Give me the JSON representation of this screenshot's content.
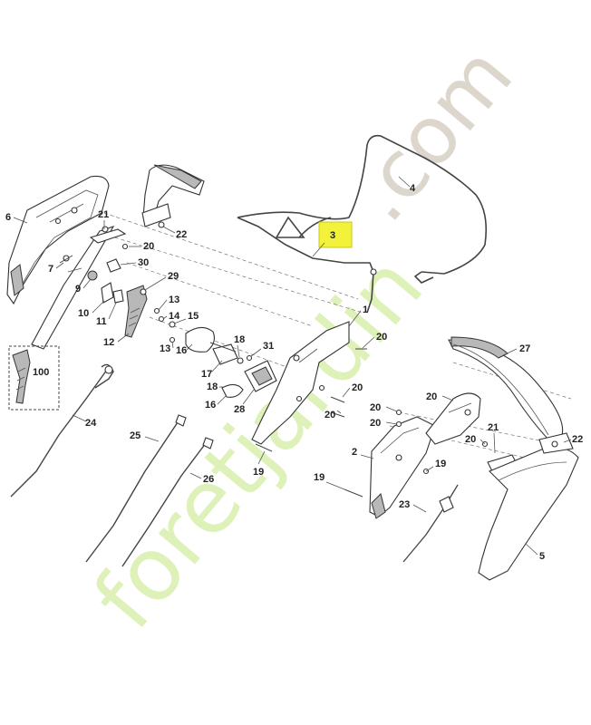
{
  "watermark": {
    "part1": "foretjardin",
    "part2": ".com",
    "green": "#d9efac",
    "gray": "#d8d0c4"
  },
  "highlight": {
    "label": "3",
    "color": "#f2f23a"
  },
  "callouts": [
    "6",
    "21",
    "22",
    "20",
    "7",
    "30",
    "9",
    "29",
    "10",
    "11",
    "13",
    "14",
    "12",
    "15",
    "13",
    "16",
    "17",
    "18",
    "31",
    "18",
    "16",
    "28",
    "100",
    "24",
    "25",
    "26",
    "19",
    "3",
    "4",
    "1",
    "20",
    "20",
    "20",
    "20",
    "20",
    "20",
    "20",
    "27",
    "21",
    "22",
    "2",
    "19",
    "19",
    "23",
    "5"
  ]
}
